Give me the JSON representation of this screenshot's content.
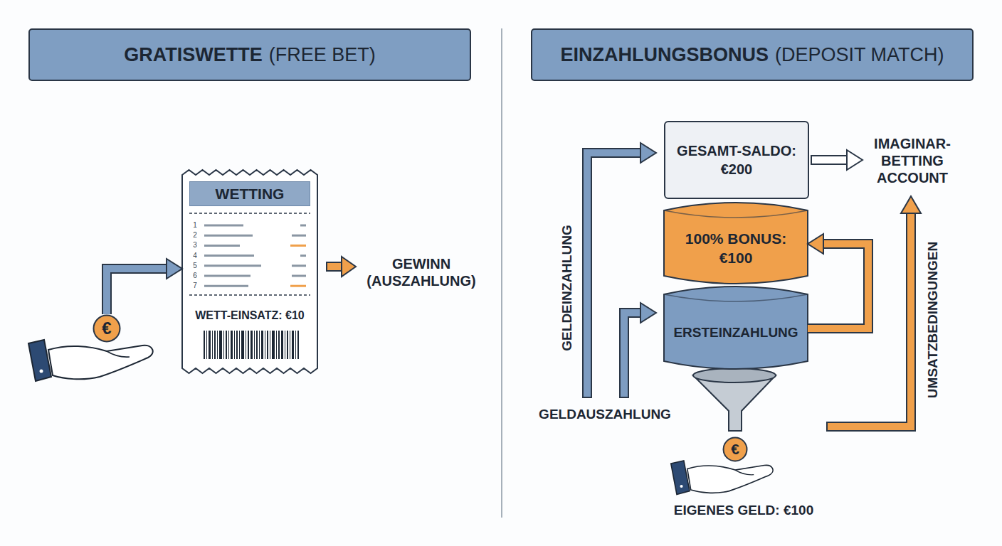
{
  "diagram": {
    "nodes": [
      {
        "text": [
          "GRATISWETTE",
          "(FREE BET)"
        ]
      },
      {
        "text": [
          "EINZAHLUNGSBONUS",
          "(DEPOSIT MATCH)"
        ]
      },
      {
        "text": [
          "€"
        ]
      },
      {
        "text": [
          "WETT-EINSATZ: €10"
        ]
      },
      {
        "text": [
          "WETTING"
        ],
        "in": 3
      },
      {
        "text": [
          "GESAMT-SALDO: €200"
        ]
      },
      {
        "text": [
          "100% BONUS: €100"
        ]
      },
      {
        "text": [
          "ERSTEINZAHLUNG"
        ]
      },
      {
        "text": [
          "€"
        ]
      }
    ],
    "edges": [
      {
        "from": 2,
        "to": 3,
        "arrow": "to"
      },
      {
        "from": 7,
        "to": 6,
        "arrow": "to"
      }
    ],
    "labels": [
      "1",
      "2",
      "3",
      "4",
      "5",
      "6",
      "7",
      "GEWINN (AUSZAHLUNG)",
      "IMAGINAR- BETTING ACCOUNT",
      "GELDEINZAHLUNG",
      "UMSATZBEDINGUNGEN",
      "GELDAUSZAHLUNG",
      "EIGENES GELD: €100"
    ]
  }
}
